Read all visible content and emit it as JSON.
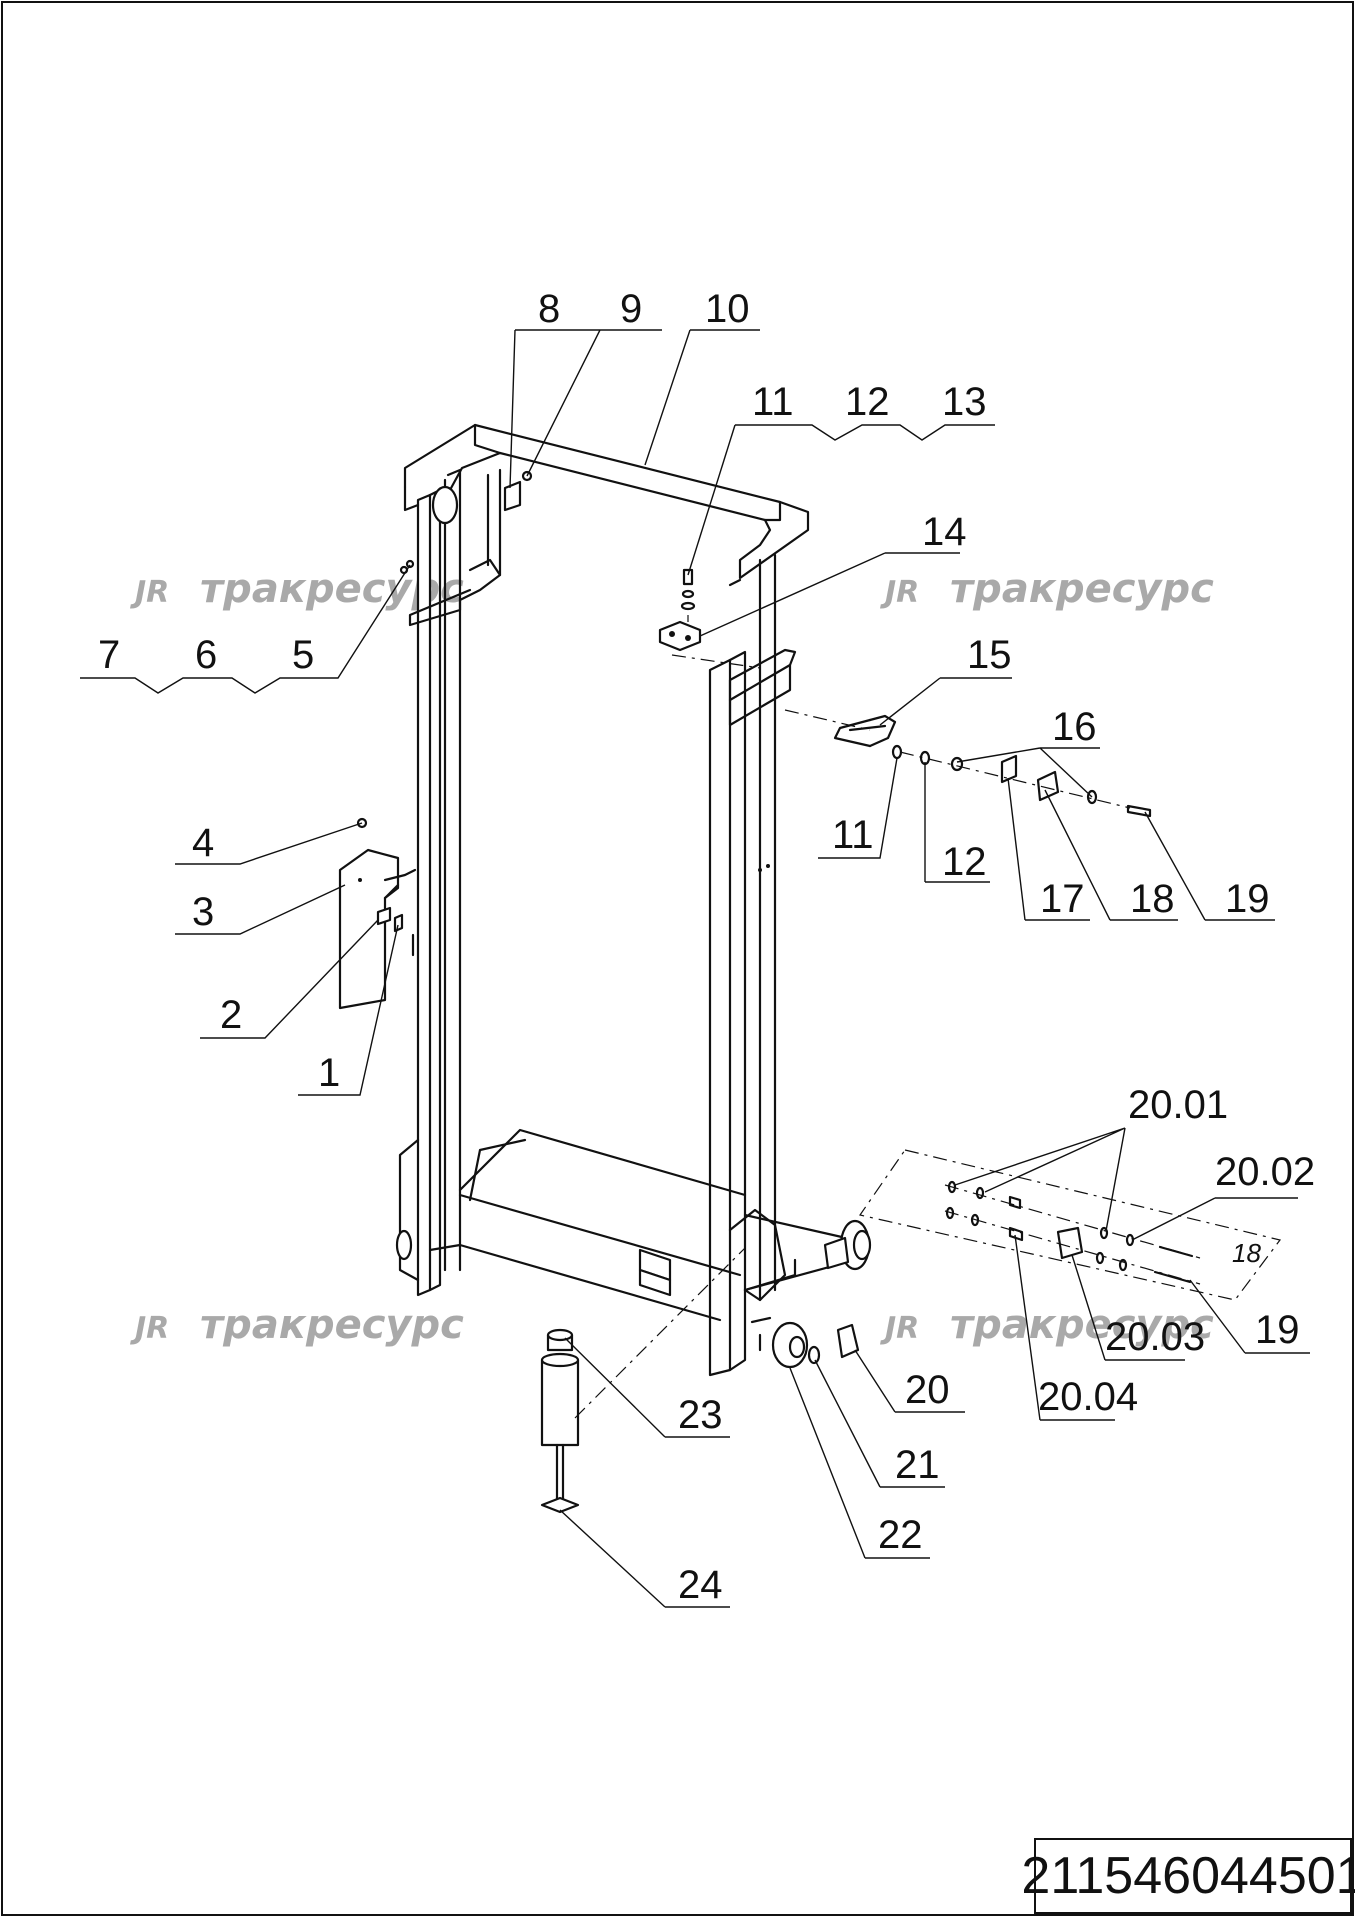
{
  "document_code": "211546044501",
  "watermark": {
    "logo": "JR",
    "text": "тракресурс"
  },
  "callouts": {
    "p1": "1",
    "p2": "2",
    "p3": "3",
    "p4": "4",
    "p5": "5",
    "p6": "6",
    "p7": "7",
    "p8": "8",
    "p9": "9",
    "p10": "10",
    "p11a": "11",
    "p12a": "12",
    "p13": "13",
    "p14": "14",
    "p15": "15",
    "p16": "16",
    "p11b": "11",
    "p12b": "12",
    "p17": "17",
    "p18": "18",
    "p19a": "19",
    "p2001": "20.01",
    "p2002": "20.02",
    "p2003": "20.03",
    "p2004": "20.04",
    "p19b": "19",
    "p20": "20",
    "p21": "21",
    "p22": "22",
    "p23": "23",
    "p24": "24",
    "inset18": "18"
  }
}
